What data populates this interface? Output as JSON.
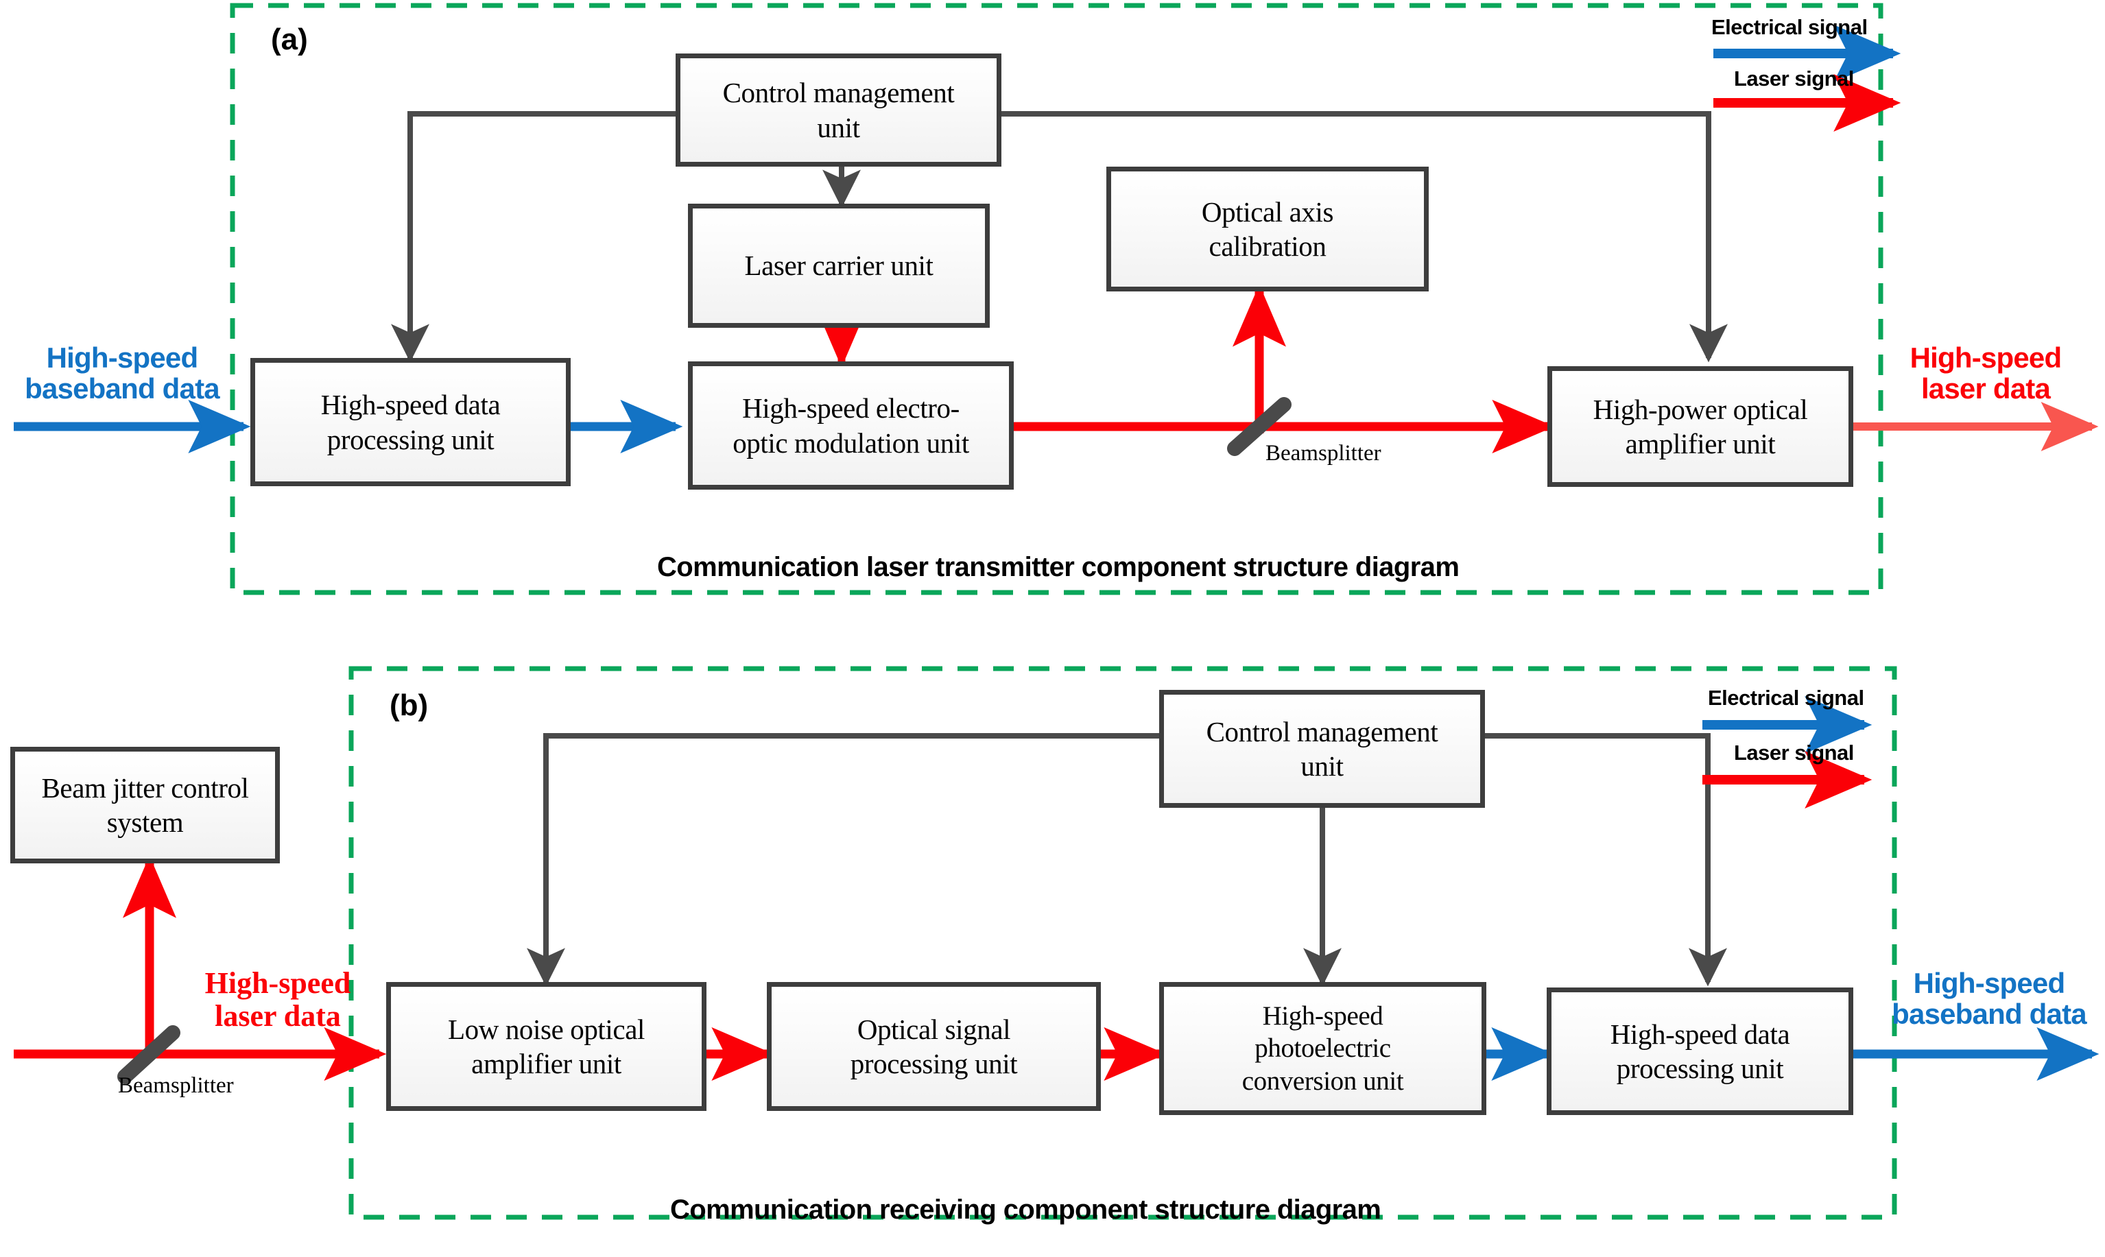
{
  "figure": {
    "title_a": "Communication  laser transmitter component structure diagram",
    "title_b": "Communication receiving component structure diagram",
    "tag_a": "(a)",
    "tag_b": "(b)"
  },
  "colors": {
    "electrical": "#1373c4",
    "laser": "#fb0007",
    "laser_light": "#f9564f",
    "border": "#3d3d3d",
    "panel_dash": "#0aa65a",
    "box_fill": "#f4f4f4",
    "text": "#000000"
  },
  "legend": {
    "items": [
      {
        "label": "Electrical signal",
        "color": "#1373c4",
        "icon": "arrow-right-icon"
      },
      {
        "label": "Laser signal",
        "color": "#fb0007",
        "icon": "arrow-right-icon"
      }
    ]
  },
  "panel_a": {
    "tag": "(a)",
    "caption": "Communication  laser transmitter component structure diagram",
    "input": {
      "label": "High-speed\nbaseband data",
      "line1": "High-speed",
      "line2": "baseband data",
      "signal": "electrical"
    },
    "output": {
      "label": "High-speed\nlaser data",
      "line1": "High-speed",
      "line2": "laser data",
      "signal": "laser"
    },
    "beamsplitter_label": "Beamsplitter",
    "nodes": [
      {
        "id": "control-management-unit",
        "line1": "Control management",
        "line2": "unit"
      },
      {
        "id": "laser-carrier-unit",
        "line1": "Laser carrier unit",
        "line2": ""
      },
      {
        "id": "optical-axis-calibration",
        "line1": "Optical axis",
        "line2": "calibration"
      },
      {
        "id": "high-speed-data-processing-unit",
        "line1": "High-speed data",
        "line2": "processing unit"
      },
      {
        "id": "high-speed-electro-optic-modulation-unit",
        "line1": "High-speed electro-",
        "line2": "optic modulation unit"
      },
      {
        "id": "high-power-optical-amplifier-unit",
        "line1": "High-power optical",
        "line2": "amplifier unit"
      }
    ]
  },
  "panel_b": {
    "tag": "(b)",
    "caption": "Communication receiving component structure diagram",
    "input": {
      "label": "High-speed\nlaser data",
      "line1": "High-speed",
      "line2": "laser data",
      "signal": "laser"
    },
    "output": {
      "label": "High-speed\nbaseband data",
      "line1": "High-speed",
      "line2": "baseband data",
      "signal": "electrical"
    },
    "beamsplitter_label": "Beamsplitter",
    "nodes": [
      {
        "id": "beam-jitter-control-system",
        "line1": "Beam jitter control",
        "line2": "system"
      },
      {
        "id": "control-management-unit",
        "line1": "Control management",
        "line2": "unit"
      },
      {
        "id": "low-noise-optical-amplifier-unit",
        "line1": "Low noise optical",
        "line2": "amplifier unit"
      },
      {
        "id": "optical-signal-processing-unit",
        "line1": "Optical signal",
        "line2": "processing unit"
      },
      {
        "id": "high-speed-photoelectric-conversion-unit",
        "line1": "High-speed",
        "line2": "photoelectric",
        "line3": "conversion unit"
      },
      {
        "id": "high-speed-data-processing-unit",
        "line1": "High-speed data",
        "line2": "processing unit"
      }
    ]
  }
}
